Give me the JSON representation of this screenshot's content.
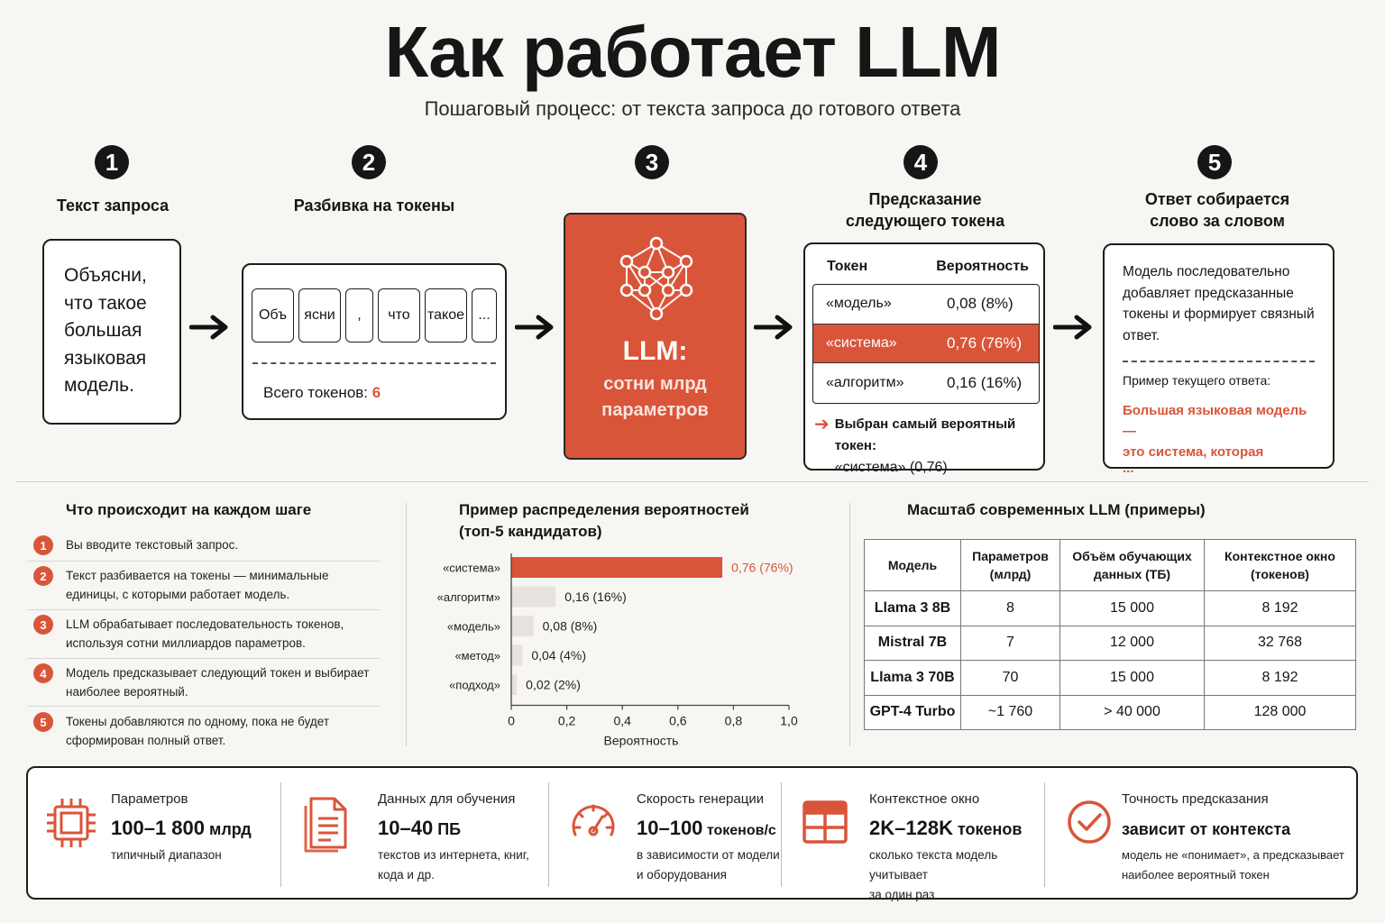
{
  "title": "Как работает LLM",
  "subtitle": "Пошаговый процесс: от текста запроса до готового ответа",
  "accent_color": "#d9553a",
  "steps": [
    {
      "num": "1",
      "title": "Текст запроса"
    },
    {
      "num": "2",
      "title": "Разбивка на токены"
    },
    {
      "num": "3",
      "title": ""
    },
    {
      "num": "4",
      "title_l1": "Предсказание",
      "title_l2": "следующего токена"
    },
    {
      "num": "5",
      "title_l1": "Ответ собирается",
      "title_l2": "слово за словом"
    }
  ],
  "step1": {
    "lines": [
      "Объясни,",
      "что такое",
      "большая",
      "языковая",
      "модель."
    ]
  },
  "step2": {
    "tokens": [
      "Объ",
      "ясни",
      ",",
      "что",
      "такое",
      "..."
    ],
    "total_label": "Всего токенов: ",
    "total_value": "6"
  },
  "step3": {
    "icon": "neural-network-icon",
    "title": "LLM:",
    "line1": "сотни млрд",
    "line2": "параметров"
  },
  "step4": {
    "col_token": "Токен",
    "col_prob": "Вероятность",
    "rows": [
      {
        "token": "«модель»",
        "prob": "0,08 (8%)"
      },
      {
        "token": "«система»",
        "prob": "0,76 (76%)"
      },
      {
        "token": "«алгоритм»",
        "prob": "0,16 (16%)"
      }
    ],
    "note_l1": "Выбран самый вероятный токен:",
    "note_l2": "«система» (0,76)"
  },
  "step5": {
    "text": "Модель последовательно добавляет предсказанные токены и формирует связный ответ.",
    "example_label": "Пример текущего ответа:",
    "answer_l1": "Большая языковая модель —",
    "answer_l2": "это система, которая",
    "answer_l3": "..."
  },
  "what": {
    "title": "Что происходит на каждом шаге",
    "items": [
      {
        "n": "1",
        "text": "Вы вводите текстовый запрос."
      },
      {
        "n": "2",
        "text": "Текст разбивается на токены — минимальные единицы, с которыми работает модель."
      },
      {
        "n": "3",
        "text": "LLM обрабатывает последовательность токенов, используя сотни миллиардов параметров."
      },
      {
        "n": "4",
        "text": "Модель предсказывает следующий токен и выбирает наиболее вероятный."
      },
      {
        "n": "5",
        "text": "Токены добавляются по одному, пока не будет сформирован полный ответ."
      }
    ]
  },
  "chart_data": {
    "type": "bar",
    "orientation": "horizontal",
    "title_l1": "Пример распределения вероятностей",
    "title_l2": "(топ-5 кандидатов)",
    "categories": [
      "«система»",
      "«алгоритм»",
      "«модель»",
      "«метод»",
      "«подход»"
    ],
    "values": [
      0.76,
      0.16,
      0.08,
      0.04,
      0.02
    ],
    "value_labels": [
      "0,76 (76%)",
      "0,16 (16%)",
      "0,08 (8%)",
      "0,04 (4%)",
      "0,02 (2%)"
    ],
    "xlabel": "Вероятность",
    "xlim": [
      0,
      1.0
    ],
    "xticks": [
      "0",
      "0,2",
      "0,4",
      "0,6",
      "0,8",
      "1,0"
    ],
    "highlight_color": "#d9553a",
    "bar_color": "#e8e2de"
  },
  "scale": {
    "title": "Масштаб современных LLM (примеры)",
    "headers": [
      {
        "l1": "Модель",
        "l2": ""
      },
      {
        "l1": "Параметров",
        "l2": "(млрд)"
      },
      {
        "l1": "Объём обучающих",
        "l2": "данных (ТБ)"
      },
      {
        "l1": "Контекстное окно",
        "l2": "(токенов)"
      }
    ],
    "rows": [
      [
        "Llama 3 8B",
        "8",
        "15 000",
        "8 192"
      ],
      [
        "Mistral 7B",
        "7",
        "12 000",
        "32 768"
      ],
      [
        "Llama 3 70B",
        "70",
        "15 000",
        "8 192"
      ],
      [
        "GPT-4 Turbo",
        "~1 760",
        "> 40 000",
        "128 000"
      ]
    ]
  },
  "stats": [
    {
      "icon": "chip-icon",
      "label": "Параметров",
      "value": "100–1 800",
      "unit": " млрд",
      "desc_l1": "типичный диапазон",
      "desc_l2": ""
    },
    {
      "icon": "document-icon",
      "label": "Данных для обучения",
      "value": "10–40",
      "unit": " ПБ",
      "desc_l1": "текстов из интернета, книг,",
      "desc_l2": "кода и др."
    },
    {
      "icon": "speedometer-icon",
      "label": "Скорость генерации",
      "value": "10–100",
      "unit": " токенов/с",
      "desc_l1": "в зависимости от модели",
      "desc_l2": "и оборудования"
    },
    {
      "icon": "window-icon",
      "label": "Контекстное окно",
      "value": "2K–128K",
      "unit": " токенов",
      "desc_l1": "сколько текста модель учитывает",
      "desc_l2": "за один раз"
    },
    {
      "icon": "check-circle-icon",
      "label": "Точность предсказания",
      "value": "зависит от контекста",
      "unit": "",
      "desc_l1": "модель не «понимает», а предсказывает",
      "desc_l2": "наиболее вероятный токен"
    }
  ]
}
